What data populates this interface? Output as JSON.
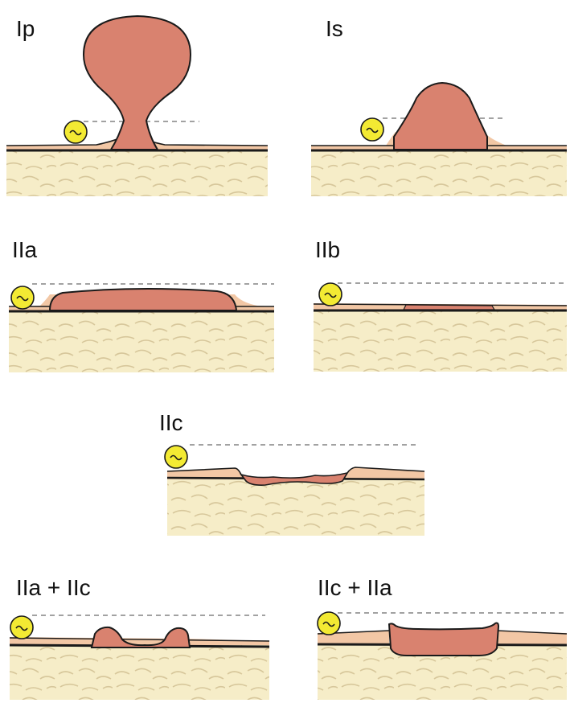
{
  "figure": {
    "panels": [
      {
        "id": "Ip",
        "label": "Ip"
      },
      {
        "id": "Is",
        "label": "Is"
      },
      {
        "id": "IIa",
        "label": "IIa"
      },
      {
        "id": "IIb",
        "label": "IIb"
      },
      {
        "id": "IIc",
        "label": "IIc"
      },
      {
        "id": "IIa+IIc",
        "label": "IIa + IIc"
      },
      {
        "id": "IIc+IIa",
        "label": "IIc + IIa"
      }
    ]
  },
  "colors": {
    "tissue": "#f6edc8",
    "tissue_lines": "#d7c79b",
    "mucosa": "#f2c7a5",
    "lesion": "#d9826f",
    "outline": "#1a1a1a",
    "marker": "#f3ea33",
    "dashed_line": "#444444"
  },
  "icons": {
    "reference_marker": "yellow-circle-with-wave-icon"
  }
}
